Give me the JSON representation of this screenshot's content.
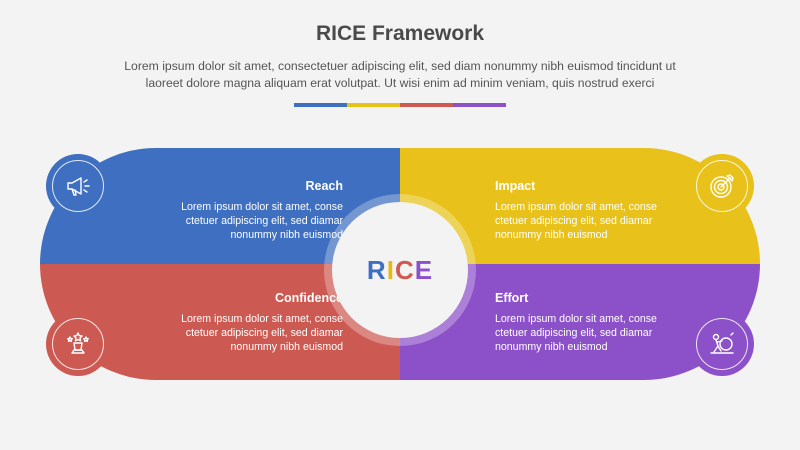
{
  "header": {
    "title": "RICE Framework",
    "description_line1": "Lorem ipsum dolor sit amet, consectetuer adipiscing elit, sed diam nonummy nibh euismod tincidunt ut",
    "description_line2": "laoreet dolore magna aliquam erat volutpat. Ut wisi enim ad minim veniam, quis nostrud exerci"
  },
  "accent_colors": [
    "#3f6fc0",
    "#e8c21a",
    "#d05a52",
    "#8c50c9"
  ],
  "center": {
    "letters": [
      {
        "char": "R",
        "color": "#3f6fc0"
      },
      {
        "char": "I",
        "color": "#e8b818"
      },
      {
        "char": "C",
        "color": "#d05a52"
      },
      {
        "char": "E",
        "color": "#8c50c9"
      }
    ]
  },
  "sections": {
    "reach": {
      "title": "Reach",
      "body": [
        "Lorem ipsum dolor sit amet, conse",
        "ctetuer adipiscing elit, sed diamar",
        "nonummy nibh euismod"
      ],
      "color": "#3f6fc0",
      "icon": "megaphone-icon"
    },
    "impact": {
      "title": "Impact",
      "body": [
        "Lorem ipsum dolor sit amet, conse",
        "ctetuer adipiscing elit, sed diamar",
        "nonummy nibh euismod"
      ],
      "color": "#e8c21a",
      "icon": "target-icon"
    },
    "confidence": {
      "title": "Confidence",
      "body": [
        "Lorem ipsum dolor sit amet, conse",
        "ctetuer adipiscing elit, sed diamar",
        "nonummy nibh euismod"
      ],
      "color": "#cd5a52",
      "icon": "award-icon"
    },
    "effort": {
      "title": "Effort",
      "body": [
        "Lorem ipsum dolor sit amet, conse",
        "ctetuer adipiscing elit, sed diamar",
        "nonummy nibh euismod"
      ],
      "color": "#8c50c9",
      "icon": "effort-icon"
    }
  }
}
